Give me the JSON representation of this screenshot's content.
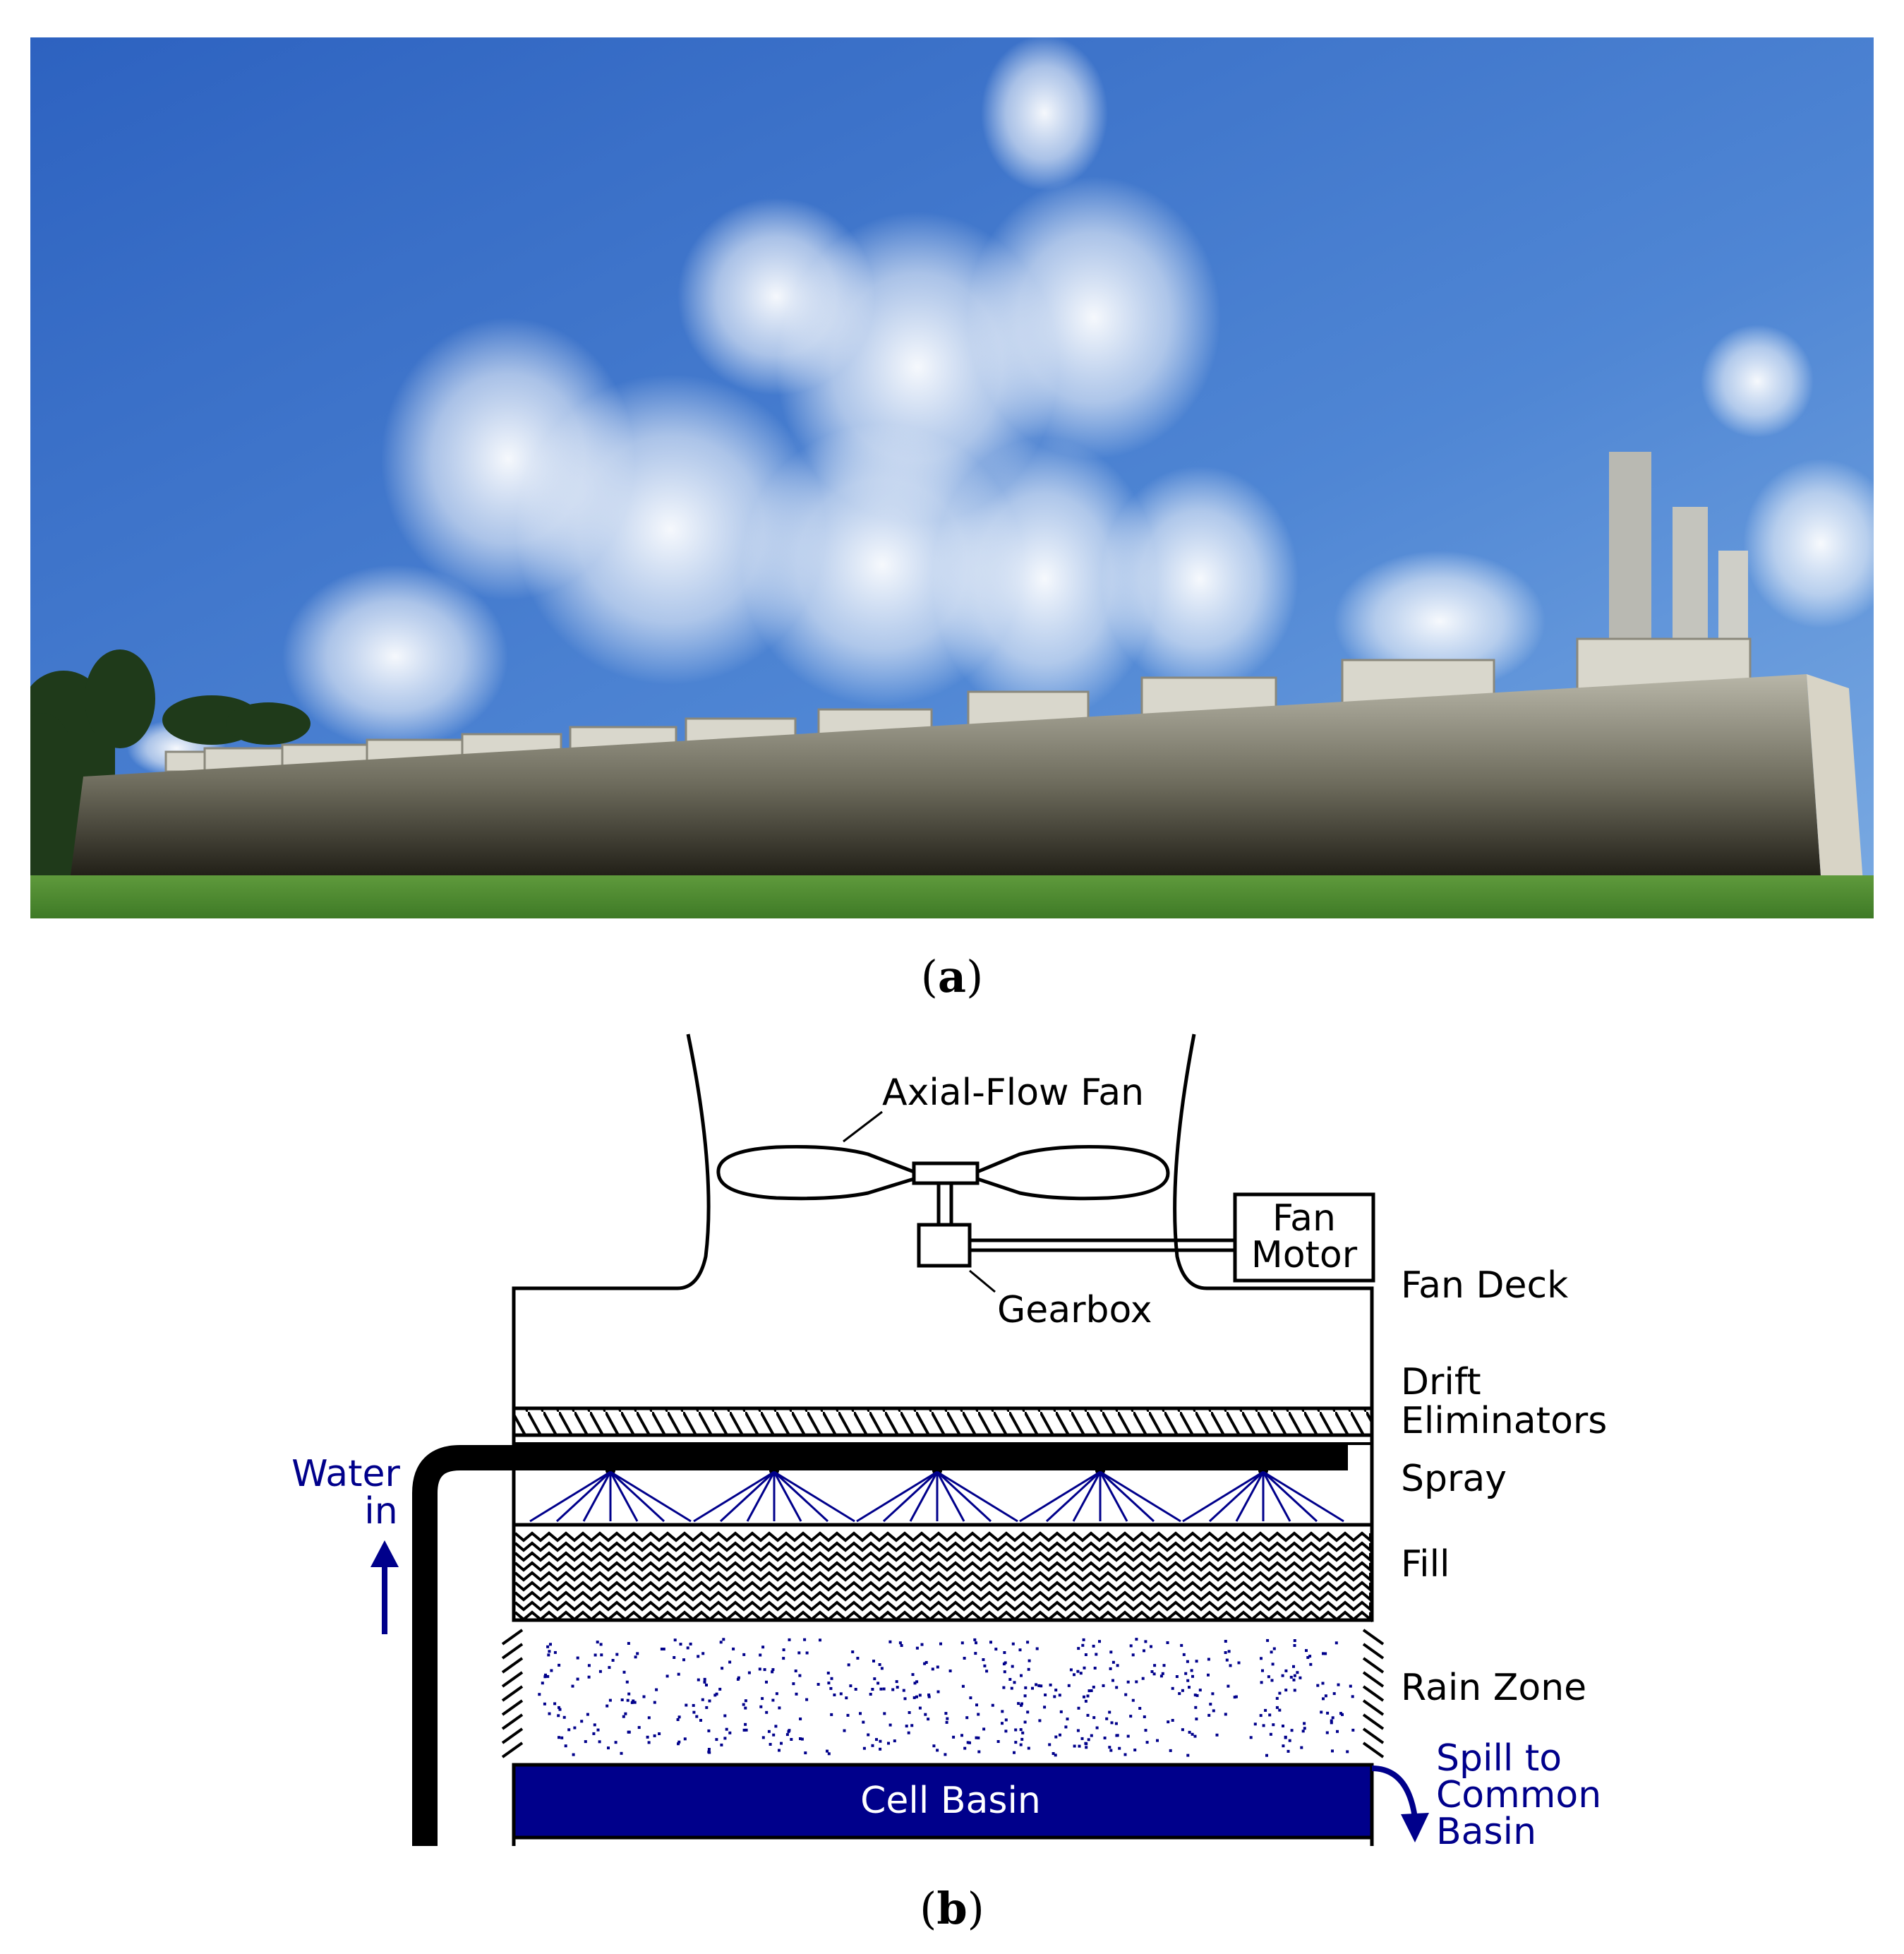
{
  "panel_a": {
    "caption_open": "(",
    "caption_letter": "a",
    "caption_close": ")",
    "sky_top": "#2f66c4",
    "sky_bottom": "#6fa2e0",
    "grass": "#4e8a32"
  },
  "panel_b": {
    "caption_open": "(",
    "caption_letter": "b",
    "caption_close": ")",
    "labels": {
      "axial_fan": "Axial-Flow Fan",
      "fan_motor_line1": "Fan",
      "fan_motor_line2": "Motor",
      "gearbox": "Gearbox",
      "fan_deck": "Fan Deck",
      "drift_line1": "Drift",
      "drift_line2": "Eliminators",
      "spray": "Spray",
      "fill": "Fill",
      "rain_zone": "Rain Zone",
      "water_in_line1": "Water",
      "water_in_line2": "in",
      "spill_line1": "Spill to",
      "spill_line2": "Common",
      "spill_line3": "Basin",
      "cell_basin": "Cell Basin"
    },
    "colors": {
      "water": "#00008b",
      "line": "#000000"
    }
  }
}
